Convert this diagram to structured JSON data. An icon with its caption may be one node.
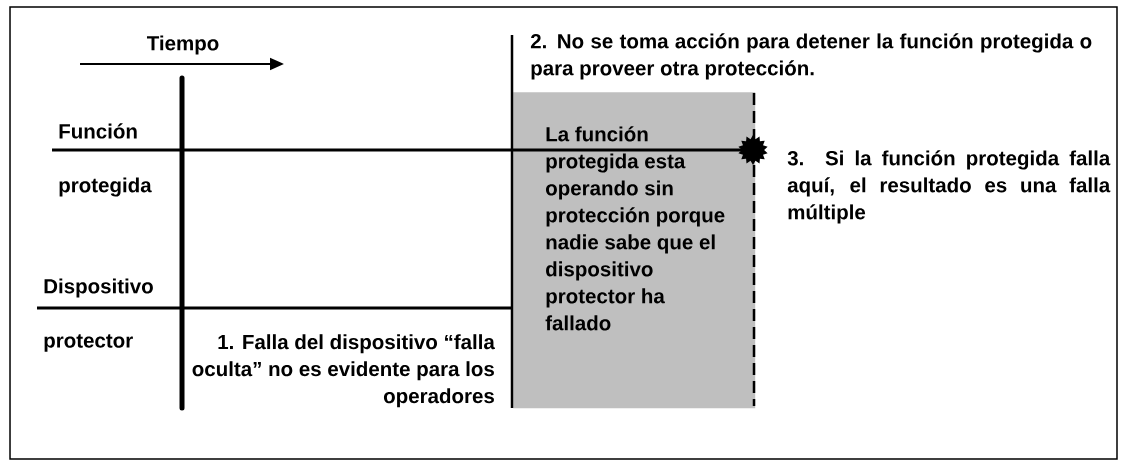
{
  "diagram": {
    "nodes": [
      {
        "text": [
          "La función protegida esta operando sin protección porque nadie sabe que el dispositivo protector ha fallado"
        ]
      }
    ],
    "labels": [
      "Tiempo",
      "2. No se toma acción para detener la función protegida o para proveer otra protección.",
      "Función",
      "3. Si la función protegida falla aquí, el resultado es una falla múltiple",
      "protegida",
      "Dispositivo",
      "protector",
      "1. Falla del dispositivo “falla oculta” no es evidente para los operadores"
    ]
  }
}
